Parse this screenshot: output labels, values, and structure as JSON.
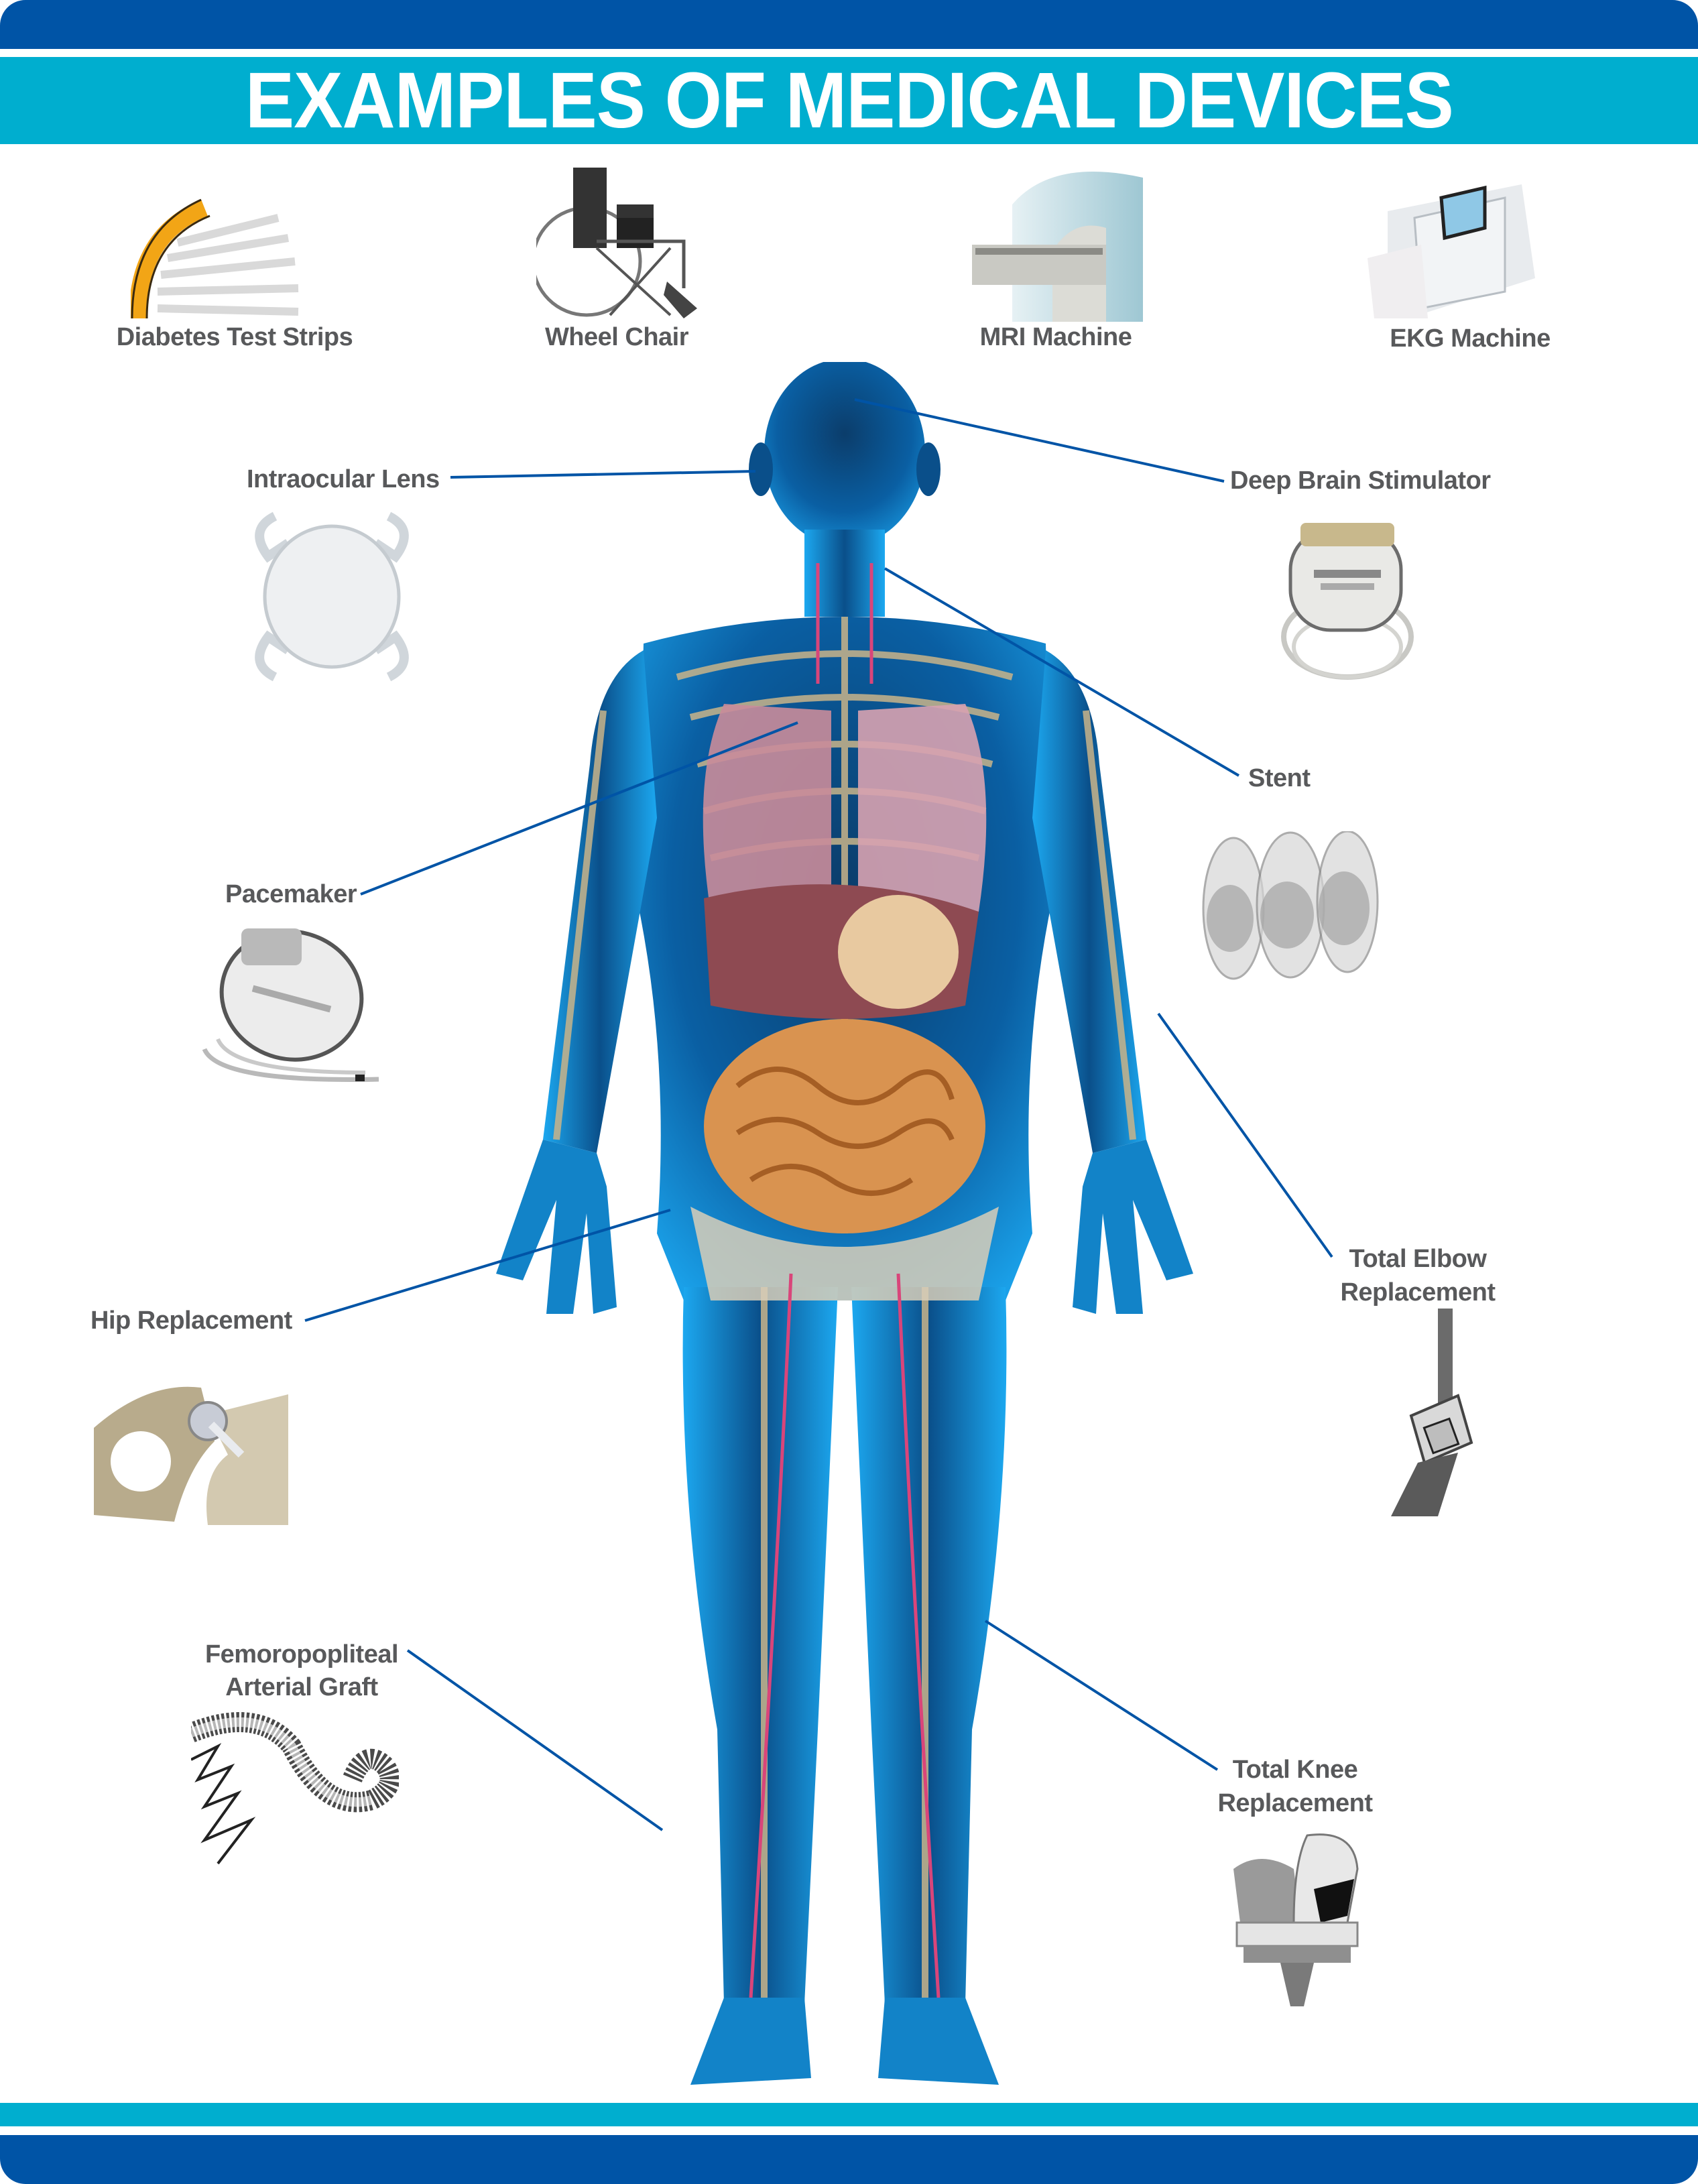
{
  "header": {
    "title": "EXAMPLES OF MEDICAL DEVICES",
    "colors": {
      "dark_blue": "#0054a6",
      "cyan": "#00aecf",
      "title_text": "#ffffff"
    }
  },
  "top_devices": [
    {
      "label": "Diabetes Test Strips",
      "icon": "test-strips-icon"
    },
    {
      "label": "Wheel Chair",
      "icon": "wheelchair-icon"
    },
    {
      "label": "MRI Machine",
      "icon": "mri-machine-icon"
    },
    {
      "label": "EKG Machine",
      "icon": "ekg-machine-icon"
    }
  ],
  "body_devices": {
    "intraocular_lens": {
      "label": "Intraocular Lens",
      "icon": "intraocular-lens-icon",
      "side": "left"
    },
    "deep_brain_stimulator": {
      "label": "Deep Brain Stimulator",
      "icon": "neurostimulator-icon",
      "side": "right"
    },
    "stent": {
      "label": "Stent",
      "icon": "stent-icon",
      "side": "right"
    },
    "pacemaker": {
      "label": "Pacemaker",
      "icon": "pacemaker-icon",
      "side": "left"
    },
    "total_elbow": {
      "label_line1": "Total Elbow",
      "label_line2": "Replacement",
      "icon": "elbow-implant-icon",
      "side": "right"
    },
    "hip_replacement": {
      "label": "Hip Replacement",
      "icon": "hip-implant-icon",
      "side": "left"
    },
    "fem_graft": {
      "label_line1": "Femoropopliteal",
      "label_line2": "Arterial Graft",
      "icon": "arterial-graft-icon",
      "side": "left"
    },
    "total_knee": {
      "label_line1": "Total Knee",
      "label_line2": "Replacement",
      "icon": "knee-implant-icon",
      "side": "right"
    }
  },
  "figure": {
    "description": "human-body-anatomy",
    "leader_color": "#0054a6",
    "label_color": "#58595b"
  }
}
